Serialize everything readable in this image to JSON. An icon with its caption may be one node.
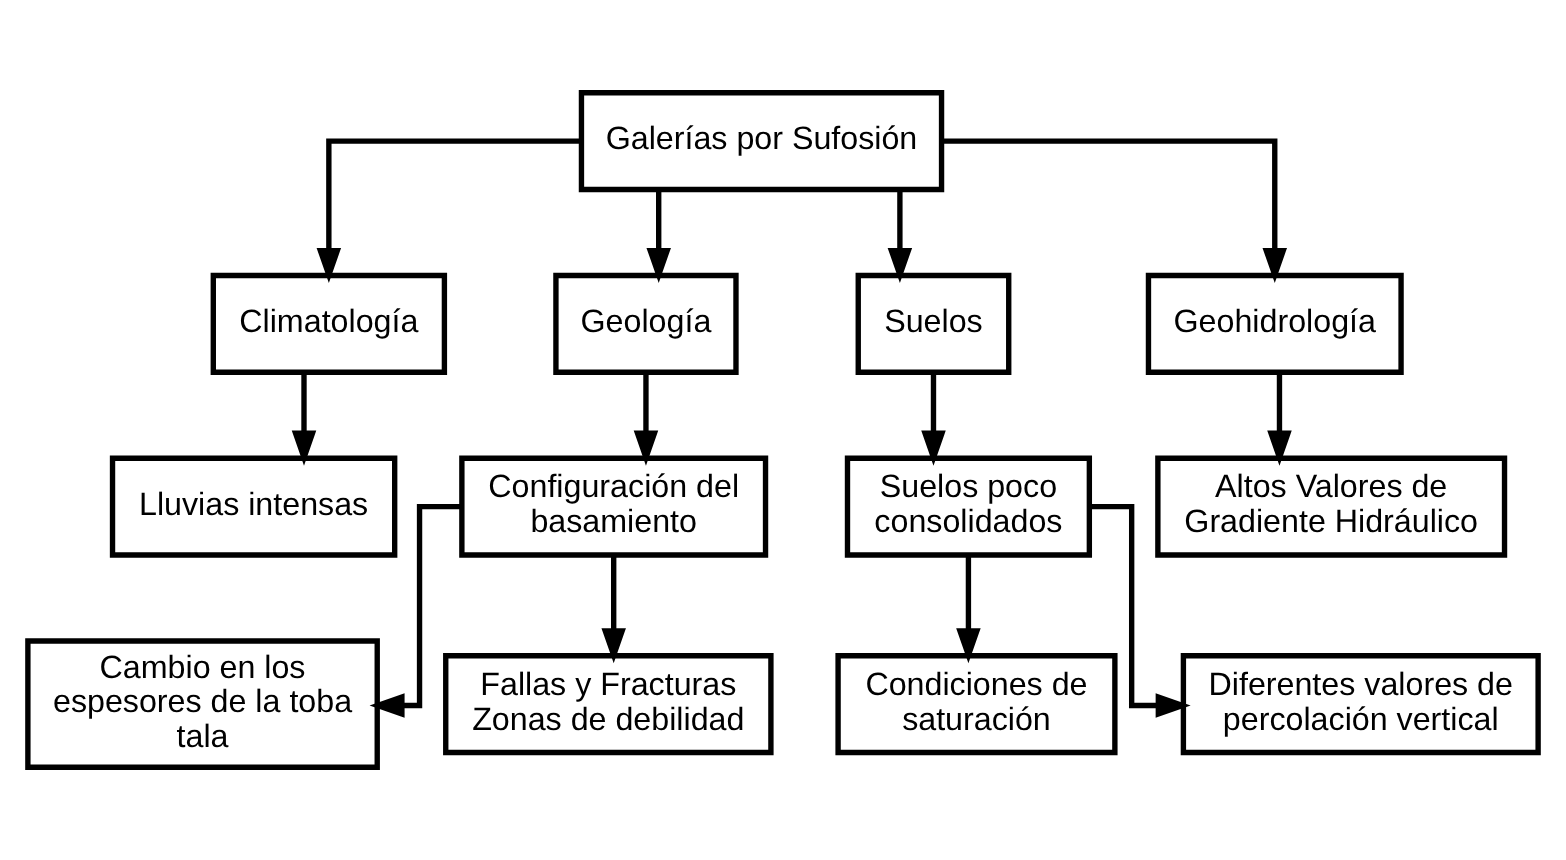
{
  "diagram": {
    "nodes": [
      {
        "text": [
          "Galerías por Sufosión"
        ]
      },
      {
        "text": [
          "Climatología"
        ]
      },
      {
        "text": [
          "Geología"
        ]
      },
      {
        "text": [
          "Suelos"
        ]
      },
      {
        "text": [
          "Geohidrología"
        ]
      },
      {
        "text": [
          "Lluvias intensas"
        ]
      },
      {
        "text": [
          "Configuración del basamiento"
        ]
      },
      {
        "text": [
          "Suelos poco consolidados"
        ]
      },
      {
        "text": [
          "Altos Valores de Gradiente Hidráulico"
        ]
      },
      {
        "text": [
          "Condiciones de saturación"
        ]
      },
      {
        "text": [
          "Diferentes valores de percolación vertical"
        ]
      },
      {
        "text": [
          "Cambio en los espesores de la toba tala"
        ]
      },
      {
        "text": [
          "Fallas y Fracturas Zonas de debilidad"
        ]
      }
    ],
    "edges": [
      {
        "from": 0,
        "to": 1,
        "arrow": "to"
      },
      {
        "from": 0,
        "to": 2,
        "arrow": "to"
      },
      {
        "from": 0,
        "to": 3,
        "arrow": "to"
      },
      {
        "from": 0,
        "to": 4,
        "arrow": "to"
      },
      {
        "from": 1,
        "to": 5,
        "arrow": "to"
      },
      {
        "from": 2,
        "to": 6,
        "arrow": "to"
      },
      {
        "from": 3,
        "to": 7,
        "arrow": "to"
      },
      {
        "from": 4,
        "to": 8,
        "arrow": "to"
      },
      {
        "from": 7,
        "to": 9,
        "arrow": "to"
      },
      {
        "from": 7,
        "to": 10,
        "arrow": "to"
      },
      {
        "from": 6,
        "to": 11,
        "arrow": "to"
      },
      {
        "from": 6,
        "to": 12,
        "arrow": "to"
      }
    ]
  }
}
